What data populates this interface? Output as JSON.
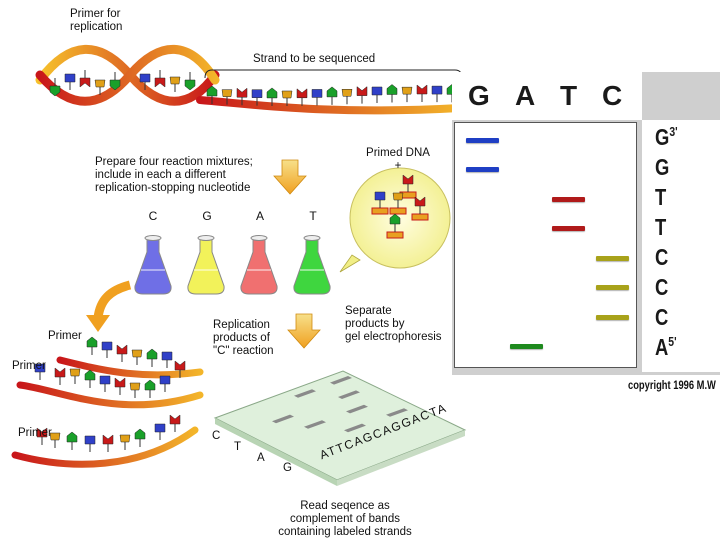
{
  "left": {
    "primer_replication_label": "Primer for\nreplication",
    "strand_label": "Strand to be sequenced",
    "prepare_label": "Prepare four reaction mixtures;\ninclude in each a different\nreplication-stopping nucleotide",
    "primed_dna_label": "Primed DNA\n+",
    "tube_labels": [
      "C",
      "G",
      "A",
      "T"
    ],
    "primer_labels": [
      "Primer",
      "Primer",
      "Primer"
    ],
    "replication_label": "Replication\nproducts of\n\"C\" reaction",
    "separate_label": "Separate\nproducts by\ngel electrophoresis",
    "gel_edge_letters": [
      "C",
      "T",
      "A",
      "G"
    ],
    "gel_sequence": "ATTCAGCAGGACTA",
    "read_label": "Read seqence as\ncomplement of bands\ncontaining labeled strands"
  },
  "right": {
    "lane_labels": [
      "G",
      "A",
      "T",
      "C"
    ],
    "sequence_letters": [
      "G",
      "G",
      "T",
      "T",
      "C",
      "C",
      "C",
      "A"
    ],
    "top_mark": "3'",
    "bottom_mark": "5'",
    "copyright": "copyright 1996 M.W",
    "bands": [
      {
        "lane": "G",
        "row": 1,
        "color": "#1f3fc4"
      },
      {
        "lane": "G",
        "row": 2,
        "color": "#1f3fc4"
      },
      {
        "lane": "T",
        "row": 3,
        "color": "#b01a1a"
      },
      {
        "lane": "T",
        "row": 4,
        "color": "#b01a1a"
      },
      {
        "lane": "C",
        "row": 5,
        "color": "#a8a21a"
      },
      {
        "lane": "C",
        "row": 6,
        "color": "#a8a21a"
      },
      {
        "lane": "C",
        "row": 7,
        "color": "#a8a21a"
      },
      {
        "lane": "A",
        "row": 8,
        "color": "#1e8a1e"
      }
    ]
  },
  "colors": {
    "flask_c": "#6f6fe6",
    "flask_g": "#f2f25a",
    "flask_a": "#f07070",
    "flask_t": "#3fd63f",
    "strand_red": "#c81a1a",
    "strand_orange": "#f0a020",
    "bubble": "#f4f2a0"
  }
}
